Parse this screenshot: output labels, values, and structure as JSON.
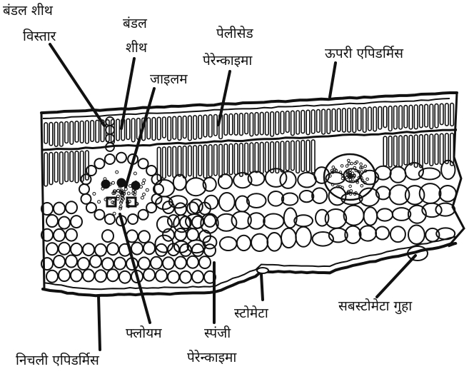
{
  "labels": {
    "bundle_sheath_extension": [
      "बंडल शीथ",
      "विस्तार"
    ],
    "bundle_sheath": [
      "बंडल",
      "शीथ"
    ],
    "xylem": "जाइलम",
    "palisade_parenchyma": [
      "पेलीसेड",
      "पेरेन्काइमा"
    ],
    "upper_epidermis": "ऊपरी एपिडर्मिस",
    "phloem": "फ्लोयम",
    "spongy_parenchyma": [
      "स्पंजी",
      "पेरेन्काइमा"
    ],
    "stomata": "स्टोमेटा",
    "substomatal_cavity": "सबस्टोमेटा गुहा",
    "lower_epidermis": "निचली एपिडर्मिस"
  },
  "colors": {
    "ink": "#111111",
    "paper": "#ffffff"
  }
}
